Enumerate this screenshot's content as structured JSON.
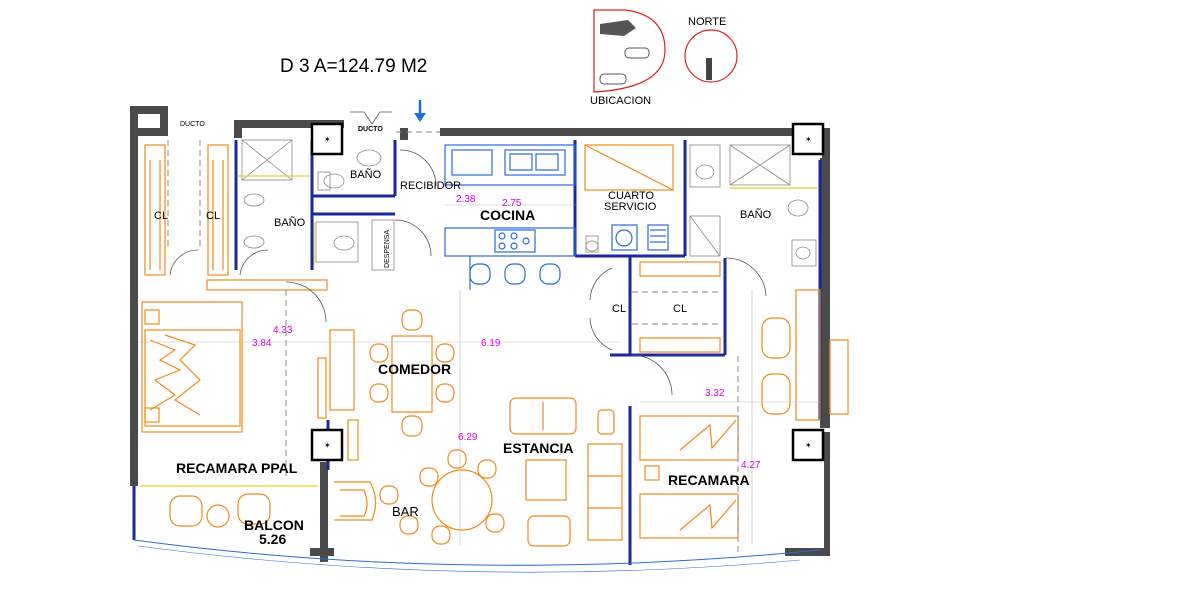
{
  "header": {
    "title": "D 3  A=124.79 M2"
  },
  "legend": {
    "location_label": "UBICACION",
    "north_label": "NORTE"
  },
  "rooms": {
    "ducto_top": "DUCTO",
    "ducto_small": "DUCTO",
    "bano_1": "BAÑO",
    "bano_2": "BAÑO",
    "bano_3": "BAÑO",
    "cl_1": "CL",
    "cl_2": "CL",
    "cl_3": "CL",
    "cl_4": "CL",
    "recibidor": "RECIBIDOR",
    "despensa": "DESPENSA",
    "cocina": "COCINA",
    "cuarto_line1": "CUARTO",
    "cuarto_line2": "SERVICIO",
    "comedor": "COMEDOR",
    "estancia": "ESTANCIA",
    "recamara_ppal": "RECAMARA PPAL",
    "recamara": "RECAMARA",
    "balcon_line1": "BALCON",
    "balcon_line2": "5.26",
    "bar": "BAR"
  },
  "dimensions": {
    "d_238": "2.38",
    "d_275": "2.75",
    "d_433": "4.33",
    "d_384": "3.84",
    "d_619": "6.19",
    "d_629": "6.29",
    "d_332": "3.32",
    "d_427": "4.27"
  },
  "colors": {
    "wall": "#4a4a4a",
    "window": "#1a2a9a",
    "furniture": "#f08a1a",
    "kitchen": "#2a6ad8",
    "dimension": "#e000e0",
    "entry_arrow": "#1a6ee0",
    "north_circle": "#e02020"
  },
  "icons": {
    "entry": "down-arrow-icon",
    "north": "north-arrow-icon",
    "column": "structural-column-icon"
  }
}
